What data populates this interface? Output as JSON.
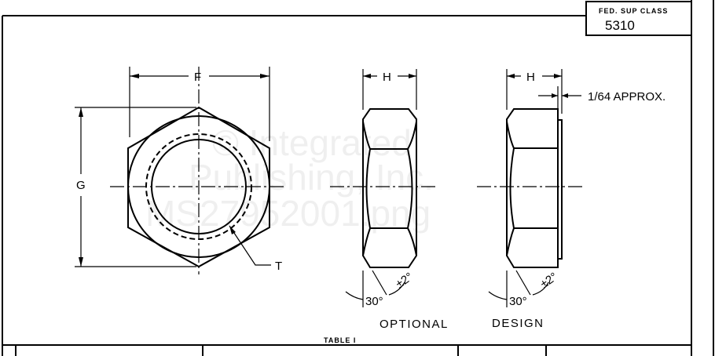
{
  "title_block": {
    "label": "FED. SUP CLASS",
    "value": "5310"
  },
  "dimensions": {
    "F": "F",
    "G": "G",
    "T": "T",
    "H1": "H",
    "H2": "H",
    "approx": "1/64 APPROX."
  },
  "angles": {
    "a1": "30°",
    "t1": "±2°",
    "a2": "30°",
    "t2": "±2°"
  },
  "captions": {
    "optional": "OPTIONAL",
    "design": "DESIGN",
    "table": "TABLE I"
  },
  "watermark": [
    "© Integrated",
    "Publishing, Inc.",
    "MS27952001.png"
  ]
}
